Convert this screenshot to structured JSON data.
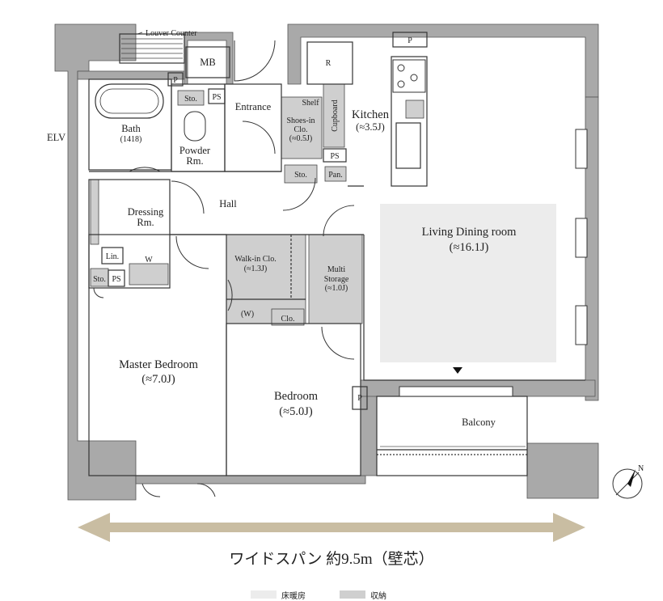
{
  "plan": {
    "colors": {
      "wall": "#a9a9a9",
      "storage": "#cfcfcf",
      "floor_heating": "#ececec",
      "line": "#333333",
      "arrow": "#c9bda2"
    },
    "rooms": {
      "ldk_name": "Living Dining room",
      "ldk_size": "(≈16.1J)",
      "kitchen_name": "Kitchen",
      "kitchen_size": "(≈3.5J)",
      "master_name": "Master Bedroom",
      "master_size": "(≈7.0J)",
      "bedroom_name": "Bedroom",
      "bedroom_size": "(≈5.0J)",
      "bath_name": "Bath",
      "bath_size": "(1418)",
      "powder_name": "Powder",
      "powder_name2": "Rm.",
      "dressing_name": "Dressing",
      "dressing_name2": "Rm.",
      "hall": "Hall",
      "entrance": "Entrance",
      "balcony": "Balcony",
      "walkin_name": "Walk-in Clo.",
      "walkin_size": "(≈1.3J)",
      "multi_name": "Multi",
      "multi_name2": "Storage",
      "multi_size": "(≈1.0J)",
      "shoes_name": "Shoes-in",
      "shoes_name2": "Clo.",
      "shoes_size": "(≈0.5J)"
    },
    "small_labels": {
      "louver": "Louver Counter",
      "mb": "MB",
      "p_top": "P",
      "p_bath": "P",
      "ps_bath": "PS",
      "sto_powder": "Sto.",
      "ps_dressing": "PS",
      "sto_dressing": "Sto.",
      "lin": "Lin.",
      "w_dressing": "W",
      "shelf": "Shelf",
      "cupboard": "Cupboard",
      "r": "R",
      "ps_kitchen": "PS",
      "sto_hall": "Sto.",
      "pan": "Pan.",
      "w_walkin": "(W)",
      "clo": "Clo.",
      "p_bedroom": "P",
      "elv": "ELV",
      "north": "N"
    },
    "span_label": "ワイドスパン 約9.5m（壁芯）",
    "legend": [
      {
        "label": "床暖房",
        "color": "#ececec"
      },
      {
        "label": "収納",
        "color": "#cfcfcf"
      }
    ]
  }
}
